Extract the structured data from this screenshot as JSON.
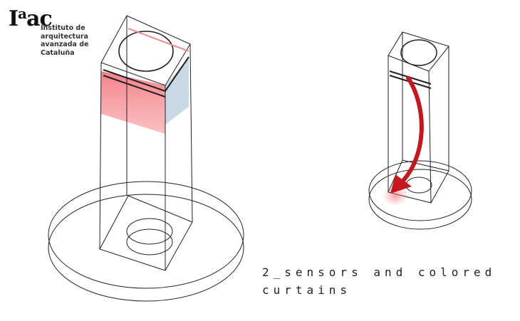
{
  "logo": {
    "mark": "Iaac",
    "lines": [
      "Instituto de",
      "arquitectura",
      "avanzada de",
      "Cataluña"
    ]
  },
  "caption": {
    "line1": "2_sensors and colored",
    "line2": "curtains"
  },
  "colors": {
    "curtain_red": "#f47a80",
    "curtain_blue": "#b9cfdd",
    "arrow": "#c8171c"
  }
}
